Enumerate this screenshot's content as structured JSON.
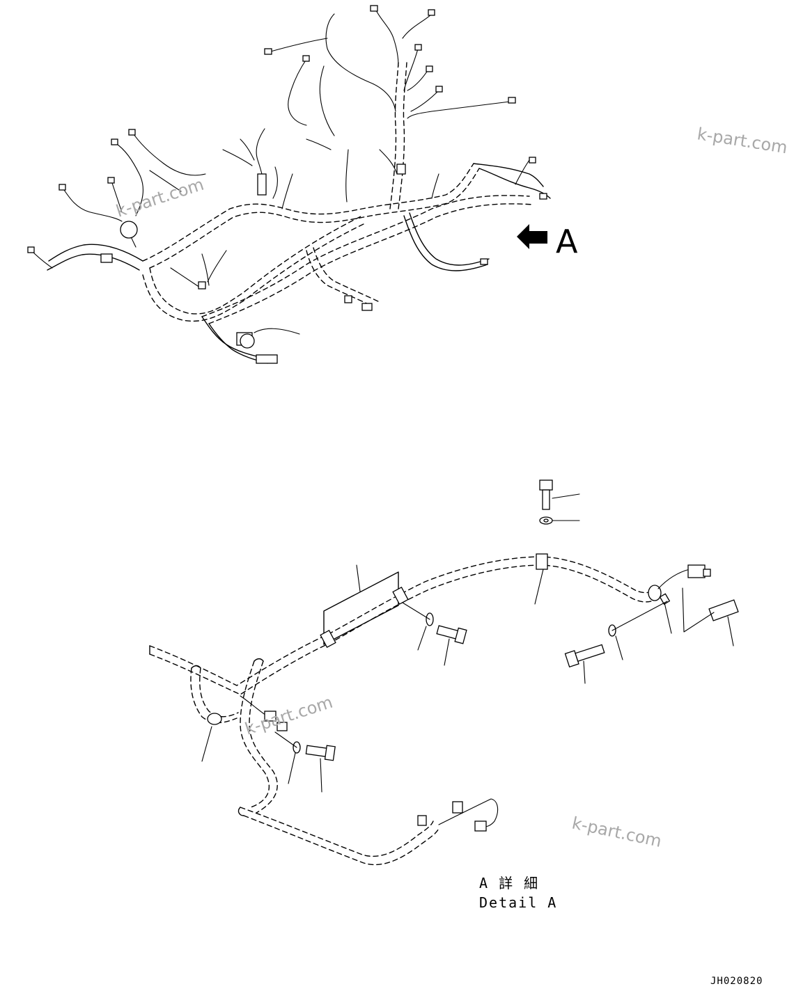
{
  "view_letter": "A",
  "detail_caption": {
    "jp": "A 詳 細",
    "en": "Detail A"
  },
  "drawing_code": "JH020820",
  "watermark_text": "k-part.com",
  "colors": {
    "line": "#000000",
    "background": "#ffffff",
    "watermark": "#a8a8a8"
  },
  "icons": {
    "view_arrow": "solid-arrow-right",
    "bolt": "hex-bolt",
    "washer": "flat-washer",
    "clamp": "harness-clamp",
    "connector": "wire-connector",
    "sleeve": "protective-sleeve"
  }
}
